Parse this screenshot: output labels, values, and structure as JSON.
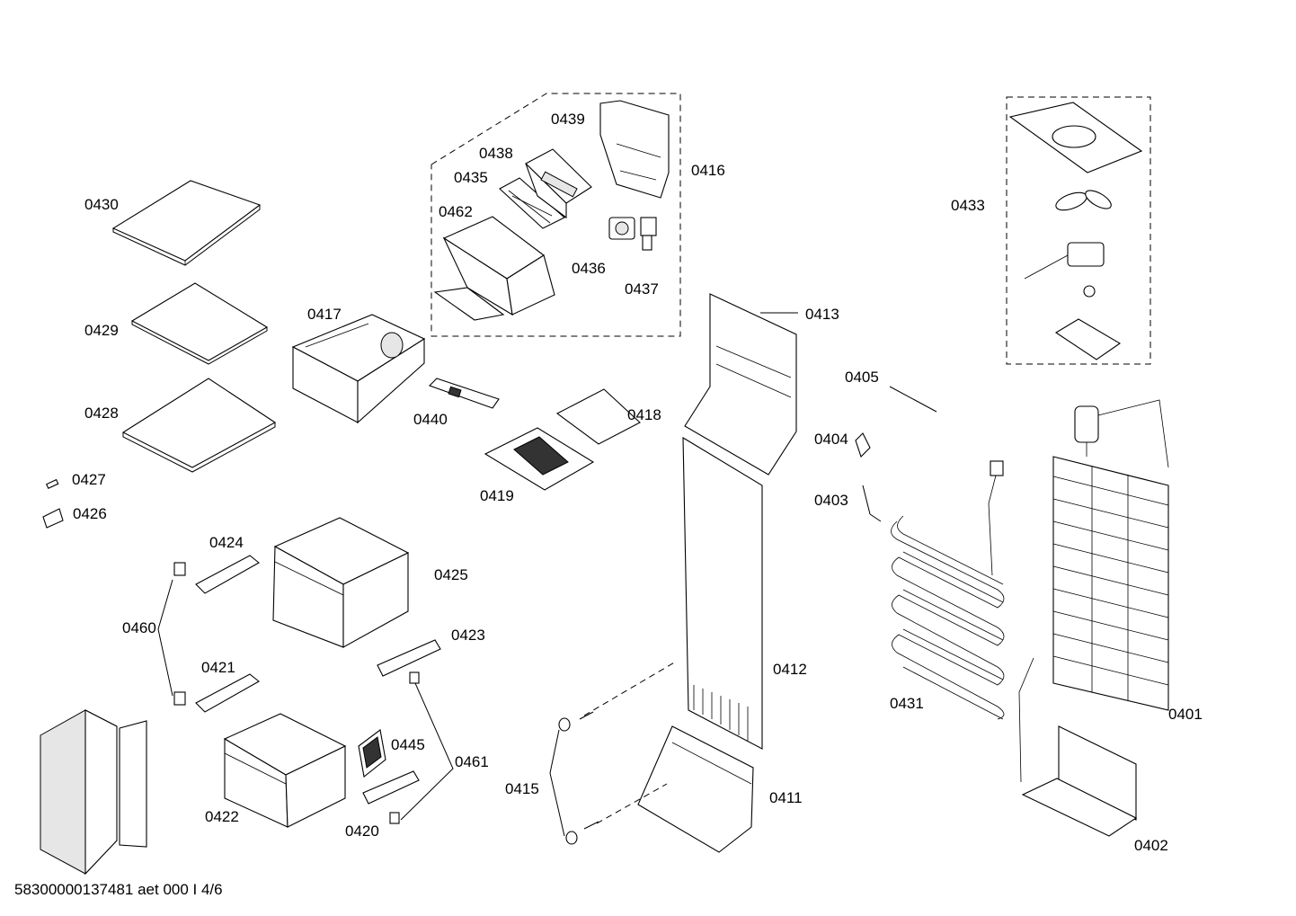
{
  "labels": {
    "p0401": "0401",
    "p0402": "0402",
    "p0403": "0403",
    "p0404": "0404",
    "p0405": "0405",
    "p0411": "0411",
    "p0412": "0412",
    "p0413": "0413",
    "p0415": "0415",
    "p0416": "0416",
    "p0417": "0417",
    "p0418": "0418",
    "p0419": "0419",
    "p0420": "0420",
    "p0421": "0421",
    "p0422": "0422",
    "p0423": "0423",
    "p0424": "0424",
    "p0425": "0425",
    "p0426": "0426",
    "p0427": "0427",
    "p0428": "0428",
    "p0429": "0429",
    "p0430": "0430",
    "p0431": "0431",
    "p0433": "0433",
    "p0435": "0435",
    "p0436": "0436",
    "p0437": "0437",
    "p0438": "0438",
    "p0439": "0439",
    "p0440": "0440",
    "p0445": "0445",
    "p0460": "0460",
    "p0461": "0461",
    "p0462": "0462"
  },
  "footer": "58300000137481 aet 000 I 4/6"
}
